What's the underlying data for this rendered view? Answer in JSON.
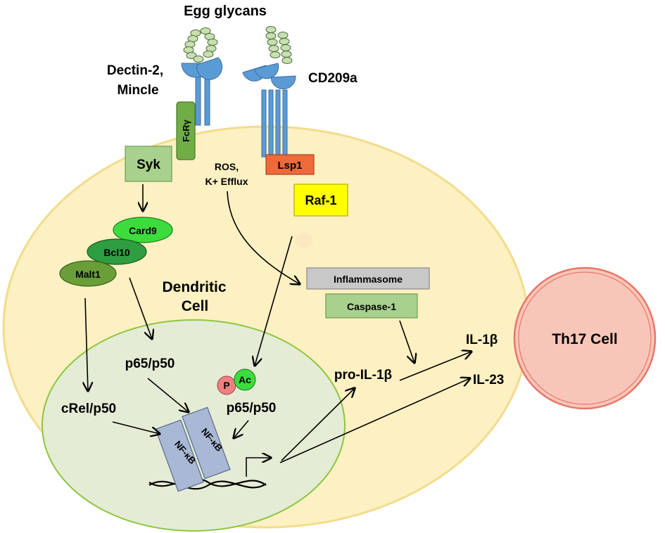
{
  "labels": {
    "egg_glycans": "Egg glycans",
    "dectin2": "Dectin-2,",
    "mincle": "Mincle",
    "cd209a": "CD209a",
    "fcry": "FcRγ",
    "syk": "Syk",
    "ros": "ROS,",
    "k_efflux": "K+ Efflux",
    "lsp1": "Lsp1",
    "raf1": "Raf-1",
    "card9": "Card9",
    "bcl10": "Bcl10",
    "malt1": "Malt1",
    "dendritic": "Dendritic",
    "cell": "Cell",
    "inflammasome": "Inflammasome",
    "caspase1": "Caspase-1",
    "p65p50_left": "p65/p50",
    "p_mark": "P",
    "ac_mark": "Ac",
    "p65p50_right": "p65/p50",
    "crel_p50": "cRel/p50",
    "nfkb_front": "NF-κB",
    "nfkb_back": "NF-κB",
    "pro_il1b": "pro-IL-1β",
    "il1b": "IL-1β",
    "il23": "IL-23",
    "th17": "Th17 Cell"
  },
  "colors": {
    "cell_fill": "#fdf0c2",
    "cell_stroke": "#f2dc8c",
    "nucleus_fill": "#e4ecd6",
    "nucleus_stroke": "#8cc63f",
    "receptor_blue": "#5b9bd5",
    "glycan_green": "#c8e0b0",
    "fcry_green": "#70ad47",
    "syk_green": "#a9d18e",
    "card9_green": "#3ddc3d",
    "bcl10_green": "#2e9e40",
    "malt1_green": "#6a9e38",
    "lsp1_red": "#ee6a3a",
    "raf1_yellow": "#ffff00",
    "inflammasome_gray": "#c8c8c8",
    "caspase_green": "#a9d18e",
    "phospho_red": "#f08080",
    "acetyl_green": "#3ddc3d",
    "nfkb_blue": "#a9b8d4",
    "th17_fill": "#f8c6b8",
    "th17_stroke": "#e8766a"
  }
}
